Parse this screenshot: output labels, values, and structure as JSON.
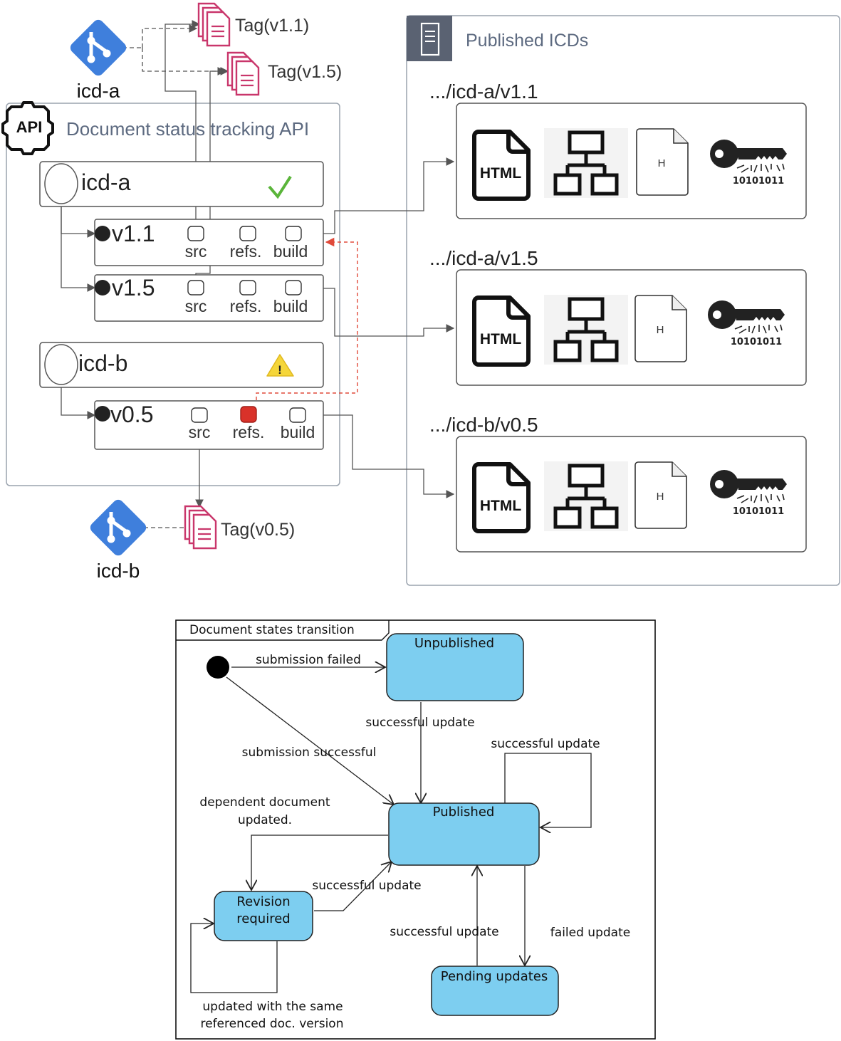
{
  "top": {
    "repo_a": {
      "label": "icd-a"
    },
    "repo_b": {
      "label": "icd-b"
    },
    "tags": [
      "Tag(v1.1)",
      "Tag(v1.5)",
      "Tag(v0.5)"
    ],
    "api": {
      "badge": "API",
      "title": "Document status tracking API",
      "docs": [
        {
          "name": "icd-a",
          "status": "ok",
          "versions": [
            {
              "label": "v1.1",
              "checks": [
                "src",
                "refs.",
                "build"
              ],
              "failed": []
            },
            {
              "label": "v1.5",
              "checks": [
                "src",
                "refs.",
                "build"
              ],
              "failed": []
            }
          ]
        },
        {
          "name": "icd-b",
          "status": "warning",
          "versions": [
            {
              "label": "v0.5",
              "checks": [
                "src",
                "refs.",
                "build"
              ],
              "failed": [
                "refs."
              ]
            }
          ]
        }
      ]
    },
    "published": {
      "title": "Published ICDs",
      "entries": [
        {
          "path": ".../icd-a/v1.1"
        },
        {
          "path": ".../icd-a/v1.5"
        },
        {
          "path": ".../icd-b/v0.5"
        }
      ],
      "html_icon_text": "HTML",
      "header_icon_text": "H",
      "binary_text": "10101011"
    }
  },
  "states": {
    "frame_title": "Document states transition",
    "nodes": {
      "unpublished": "Unpublished",
      "published": "Published",
      "revision_line1": "Revision",
      "revision_line2": "required",
      "pending": "Pending updates"
    },
    "edges": {
      "submission_failed": "submission failed",
      "submission_successful": "submission successful",
      "unpub_successful_update": "successful update",
      "self_successful_update": "successful update",
      "dependent_line1": "dependent document",
      "dependent_line2": "updated.",
      "revision_successful_update": "successful update",
      "pending_successful_update": "successful update",
      "failed_update": "failed update",
      "same_ref_line1": "updated with the same",
      "same_ref_line2": "referenced doc. version"
    },
    "colors": {
      "state_fill": "#7dcef0",
      "state_stroke": "#222222"
    }
  },
  "colors": {
    "git_blue": "#3f7fdc",
    "tag_pink": "#c9366b",
    "check_green": "#5ab53a",
    "warn_yellow": "#f5d63a",
    "fail_red": "#d9322a",
    "dashed_red": "#e04a3a",
    "panel_border": "#9aa3ae",
    "header_dark": "#5a6272",
    "title_gray": "#5d6a80"
  }
}
